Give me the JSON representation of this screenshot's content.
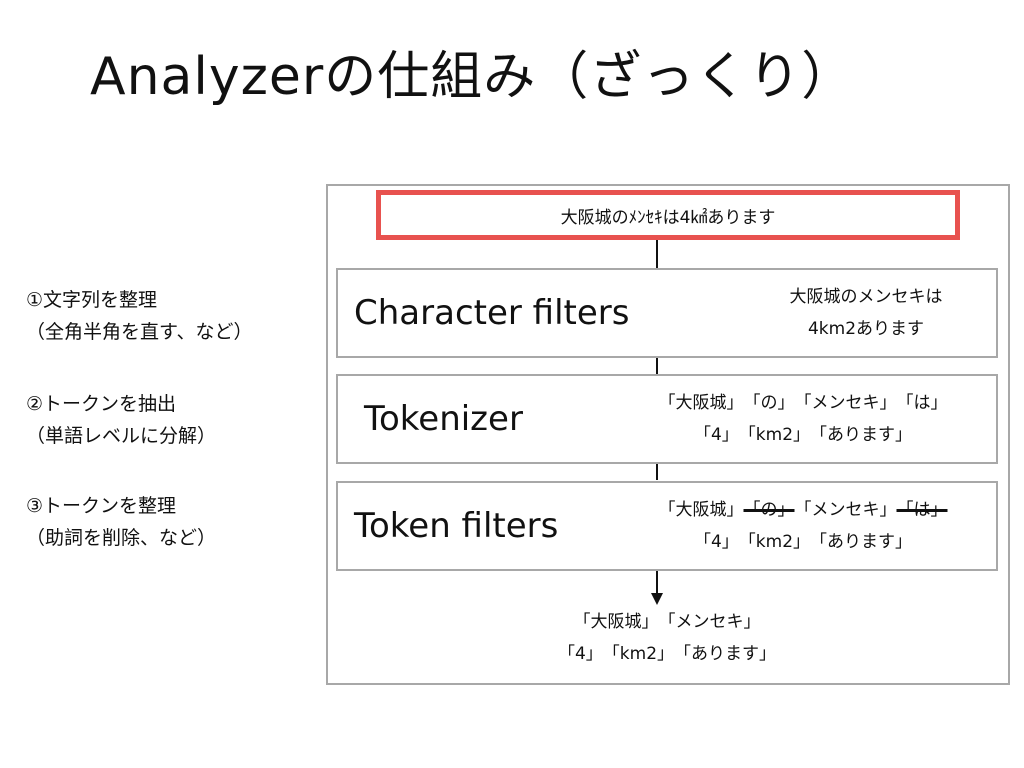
{
  "title": "Analyzerの仕組み（ざっくり）",
  "notes": [
    {
      "line1": "①文字列を整理",
      "line2": "（全角半角を直す、など）"
    },
    {
      "line1": "②トークンを抽出",
      "line2": "（単語レベルに分解）"
    },
    {
      "line1": "③トークンを整理",
      "line2": "（助詞を削除、など）"
    }
  ],
  "input_text": "大阪城のﾒﾝｾｷは4㎢あります",
  "stages": [
    {
      "name": "Character filters",
      "output_rows": [
        [
          {
            "text": "大阪城のメンセキは",
            "removed": false
          }
        ],
        [
          {
            "text": "4km2あります",
            "removed": false
          }
        ]
      ]
    },
    {
      "name": "Tokenizer",
      "output_rows": [
        [
          {
            "text": "「大阪城」",
            "removed": false
          },
          {
            "text": "「の」",
            "removed": false
          },
          {
            "text": "「メンセキ」",
            "removed": false
          },
          {
            "text": "「は」",
            "removed": false
          }
        ],
        [
          {
            "text": "「4」",
            "removed": false
          },
          {
            "text": "「km2」",
            "removed": false
          },
          {
            "text": "「あります」",
            "removed": false
          }
        ]
      ]
    },
    {
      "name": "Token filters",
      "output_rows": [
        [
          {
            "text": "「大阪城」",
            "removed": false
          },
          {
            "text": "「の」",
            "removed": true
          },
          {
            "text": "「メンセキ」",
            "removed": false
          },
          {
            "text": "「は」",
            "removed": true
          }
        ],
        [
          {
            "text": "「4」",
            "removed": false
          },
          {
            "text": "「km2」",
            "removed": false
          },
          {
            "text": "「あります」",
            "removed": false
          }
        ]
      ]
    }
  ],
  "result_rows": [
    [
      "「大阪城」",
      "「メンセキ」"
    ],
    [
      "「4」",
      "「km2」",
      "「あります」"
    ]
  ],
  "colors": {
    "highlight": "#e8524f",
    "border": "#a8a8a8"
  }
}
